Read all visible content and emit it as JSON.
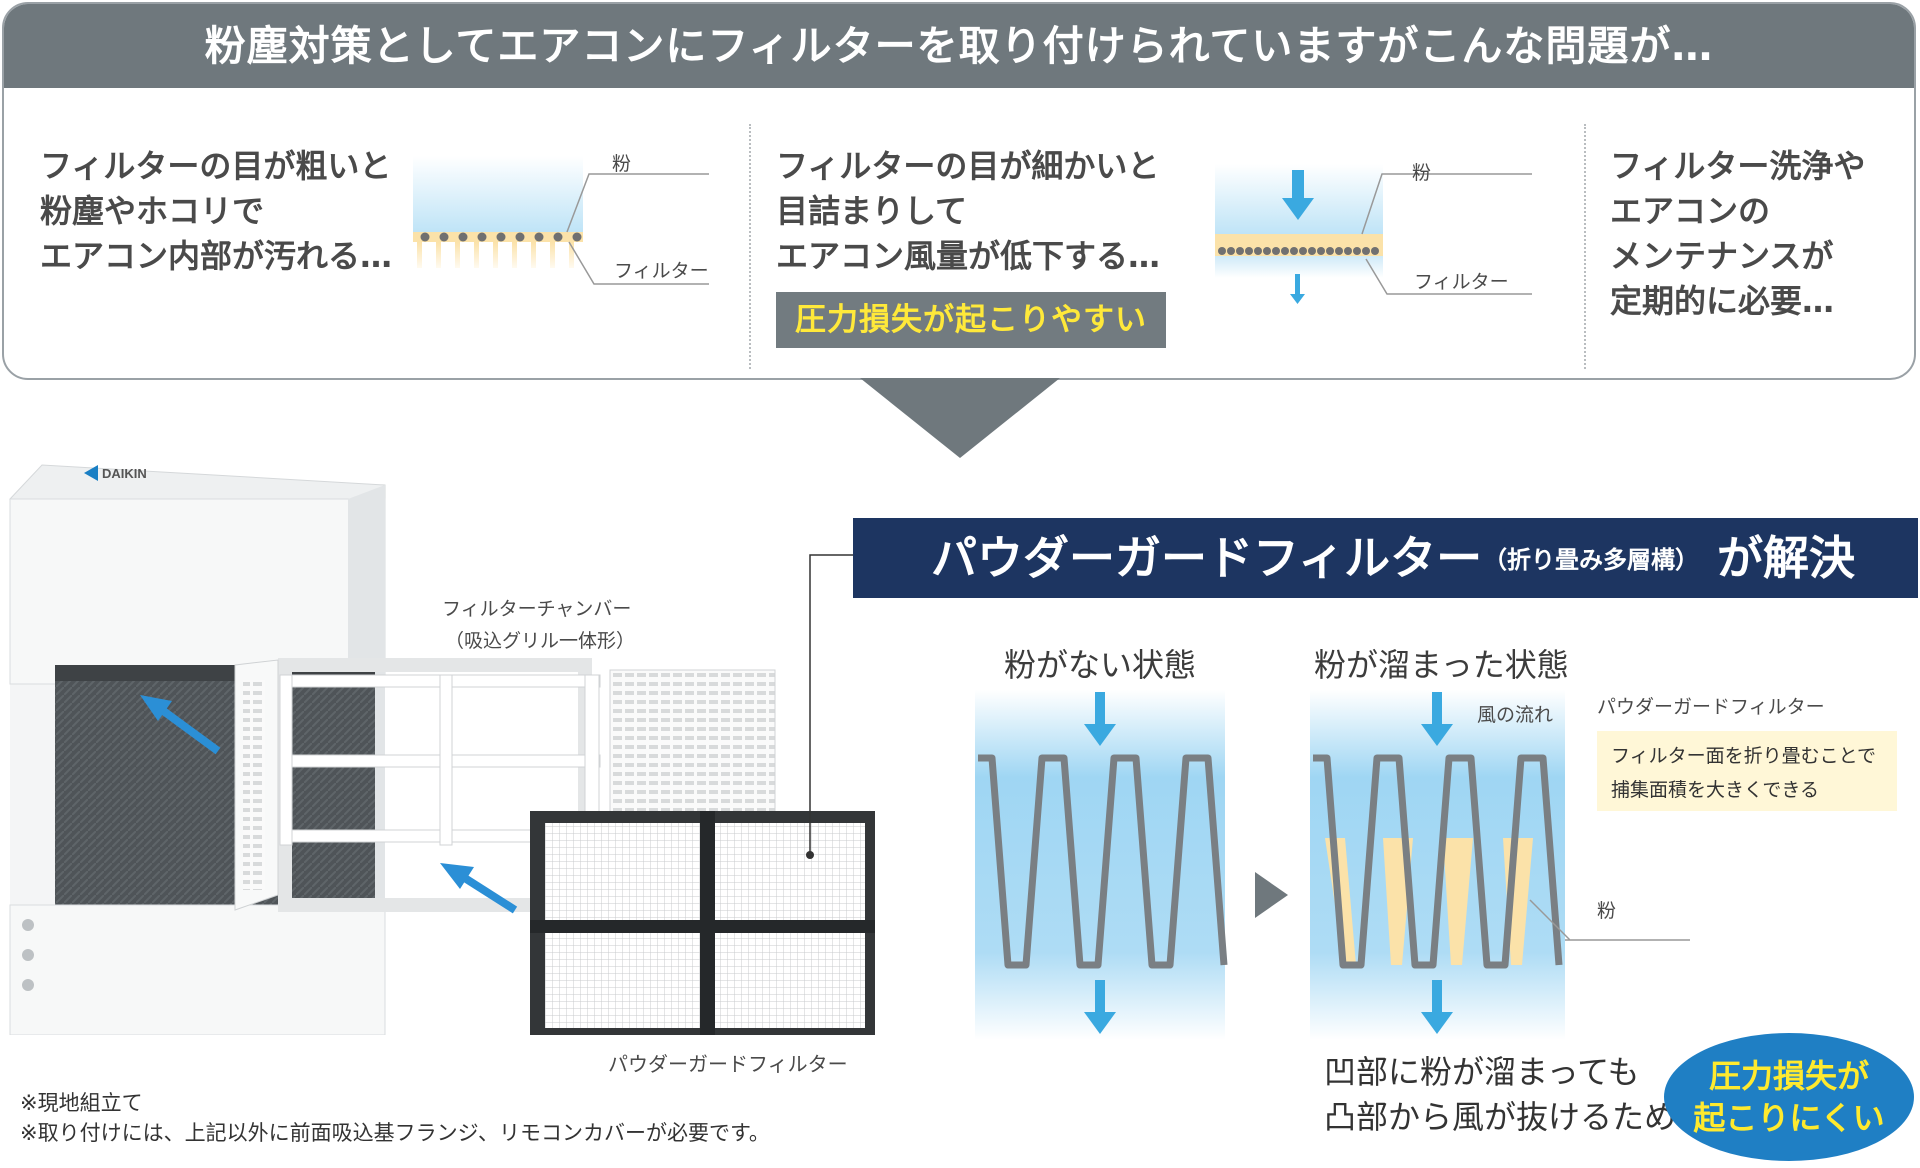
{
  "problem": {
    "header": "粉塵対策としてエアコンにフィルターを取り付けられていますがこんな問題が…",
    "col1": {
      "lines": [
        "フィルターの目が粗いと",
        "粉塵やホコリで",
        "エアコン内部が汚れる…"
      ],
      "label_powder": "粉",
      "label_filter": "フィルター"
    },
    "col2": {
      "lines": [
        "フィルターの目が細かいと",
        "目詰まりして",
        "エアコン風量が低下する…"
      ],
      "badge": "圧力損失が起こりやすい",
      "label_powder": "粉",
      "label_filter": "フィルター"
    },
    "col3": {
      "lines": [
        "フィルター洗浄や",
        "エアコンの",
        "メンテナンスが",
        "定期的に必要…"
      ]
    }
  },
  "product": {
    "brand": "DAIKIN",
    "chamber_label": [
      "フィルターチャンバー",
      "（吸込グリル一体形）"
    ],
    "filter_label": "パウダーガードフィルター",
    "notes": [
      "※現地組立て",
      "※取り付けには、上記以外に前面吸込基フランジ、リモコンカバーが必要です。"
    ]
  },
  "solution": {
    "title_main": "パウダーガードフィルター",
    "title_sub": "（折り畳み多層構）",
    "title_end": "が解決",
    "state_clean": "粉がない状態",
    "state_dusty": "粉が溜まった状態",
    "label_wind": "風の流れ",
    "label_filter": "パウダーガードフィルター",
    "note": [
      "フィルター面を折り畳むことで",
      "捕集面積を大きくできる"
    ],
    "label_powder": "粉",
    "bottom": [
      "凹部に粉が溜まっても",
      "凸部から風が抜けるため"
    ],
    "badge": [
      "圧力損失が",
      "起こりにくい"
    ]
  },
  "colors": {
    "header_gray": "#6f787d",
    "navy": "#1d3561",
    "accent_blue": "#1f7fc4",
    "yellow": "#ffea2e",
    "powder": "#fbe2a9",
    "arrow_blue": "#3aa9e0"
  }
}
